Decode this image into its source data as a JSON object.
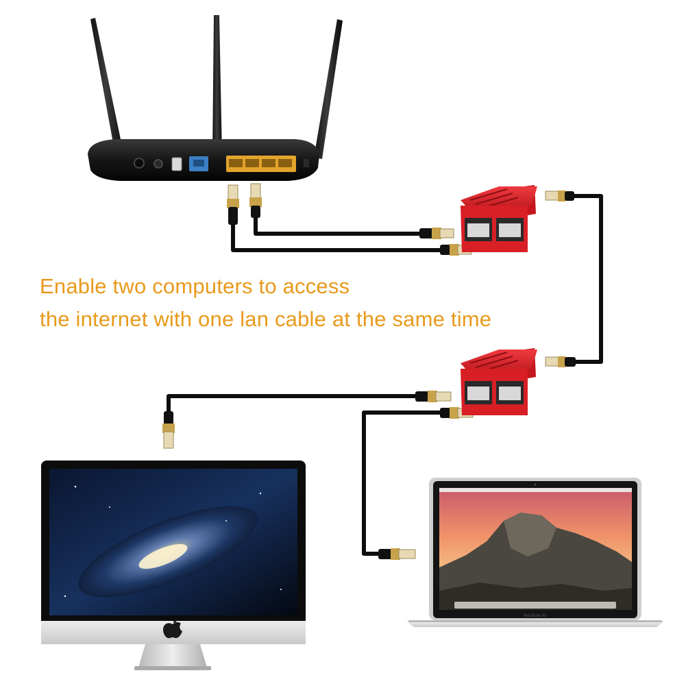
{
  "caption": {
    "line1": "Enable two computers to access",
    "line2": "the internet with one lan cable at the same time"
  },
  "laptop": {
    "model_label": "MacBook Air"
  },
  "colors": {
    "caption": "#E89A1C",
    "router_body": "#1b1b1b",
    "lan_ports": "#E2A42C",
    "wan_port": "#3B7FC4",
    "splitter": "#D81F26",
    "cable": "#0d0d0d",
    "connector_tip": "#D8C69A"
  },
  "icons": [
    "router-antenna-icon",
    "apple-logo-icon",
    "rj45-connector-icon",
    "ethernet-splitter-icon"
  ]
}
